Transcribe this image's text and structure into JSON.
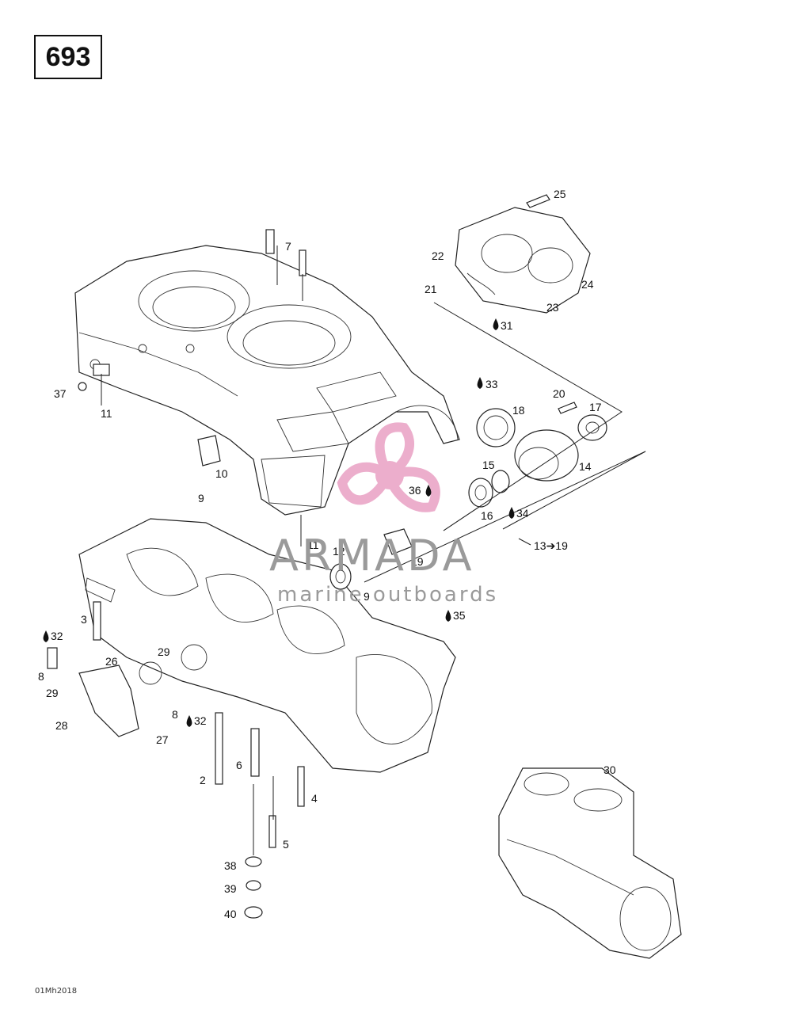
{
  "diagram_number": "693",
  "reference_code": "01Mh2018",
  "watermark": {
    "brand": "ARMADA",
    "tagline": "marine outboards",
    "accent_color": "#e9a0c4",
    "text_color": "#9a9a9a"
  },
  "callouts": {
    "c2": "2",
    "c3": "3",
    "c4": "4",
    "c5": "5",
    "c6": "6",
    "c7": "7",
    "c8a": "8",
    "c8b": "8",
    "c9a": "9",
    "c9b": "9",
    "c10": "10",
    "c11a": "11",
    "c11b": "11",
    "c12": "12",
    "c13_19": "13➔19",
    "c14": "14",
    "c15": "15",
    "c16": "16",
    "c17": "17",
    "c18": "18",
    "c19": "19",
    "c20": "20",
    "c21": "21",
    "c22": "22",
    "c23": "23",
    "c24": "24",
    "c25": "25",
    "c26": "26",
    "c27": "27",
    "c28": "28",
    "c29a": "29",
    "c29b": "29",
    "c30": "30",
    "c31": "31",
    "c32a": "32",
    "c32b": "32",
    "c33": "33",
    "c34": "34",
    "c35": "35",
    "c36": "36",
    "c37": "37",
    "c38": "38",
    "c39": "39",
    "c40": "40"
  }
}
